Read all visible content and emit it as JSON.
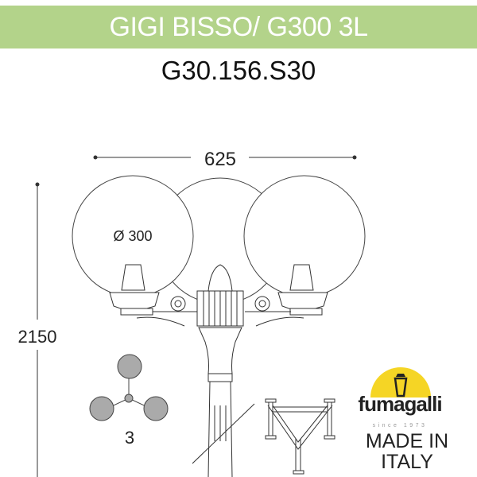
{
  "header": {
    "title": "GIGI BISSO/ G300 3L",
    "code": "G30.156.S30"
  },
  "dimensions": {
    "width": "625",
    "height": "2150",
    "globe_diameter": "Ø 300",
    "arms_count": "3"
  },
  "brand": {
    "name": "fumagalli",
    "since": "since 1973",
    "made_in_line1": "MADE IN",
    "made_in_line2": "ITALY",
    "yellow": "#f5d525",
    "green": "#b3d38a"
  }
}
